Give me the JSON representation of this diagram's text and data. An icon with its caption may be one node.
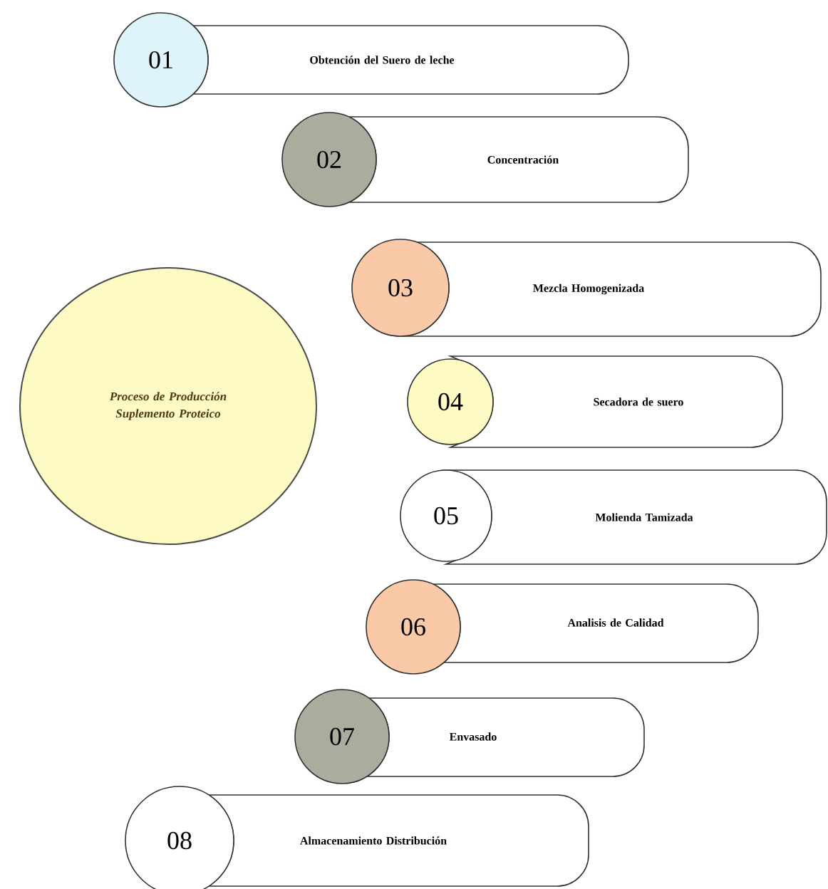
{
  "diagram": {
    "nodes": [
      {
        "text": [
          "Proceso de Producción Suplemento Proteico"
        ]
      },
      {
        "text": [
          "01"
        ]
      },
      {
        "text": [
          "Obtención del Suero de leche"
        ]
      },
      {
        "text": [
          "02"
        ]
      },
      {
        "text": [
          "Concentración"
        ]
      },
      {
        "text": [
          "03"
        ]
      },
      {
        "text": [
          "Mezcla Homogenizada"
        ]
      },
      {
        "text": [
          "04"
        ]
      },
      {
        "text": [
          "Secadora de suero"
        ]
      },
      {
        "text": [
          "05"
        ]
      },
      {
        "text": [
          "Molienda Tamizada"
        ]
      },
      {
        "text": [
          "06"
        ]
      },
      {
        "text": [
          "Analisis de Calidad"
        ]
      },
      {
        "text": [
          "07"
        ]
      },
      {
        "text": [
          "Envasado"
        ]
      },
      {
        "text": [
          "08"
        ]
      },
      {
        "text": [
          "Almacenamiento Distribución"
        ]
      }
    ]
  }
}
